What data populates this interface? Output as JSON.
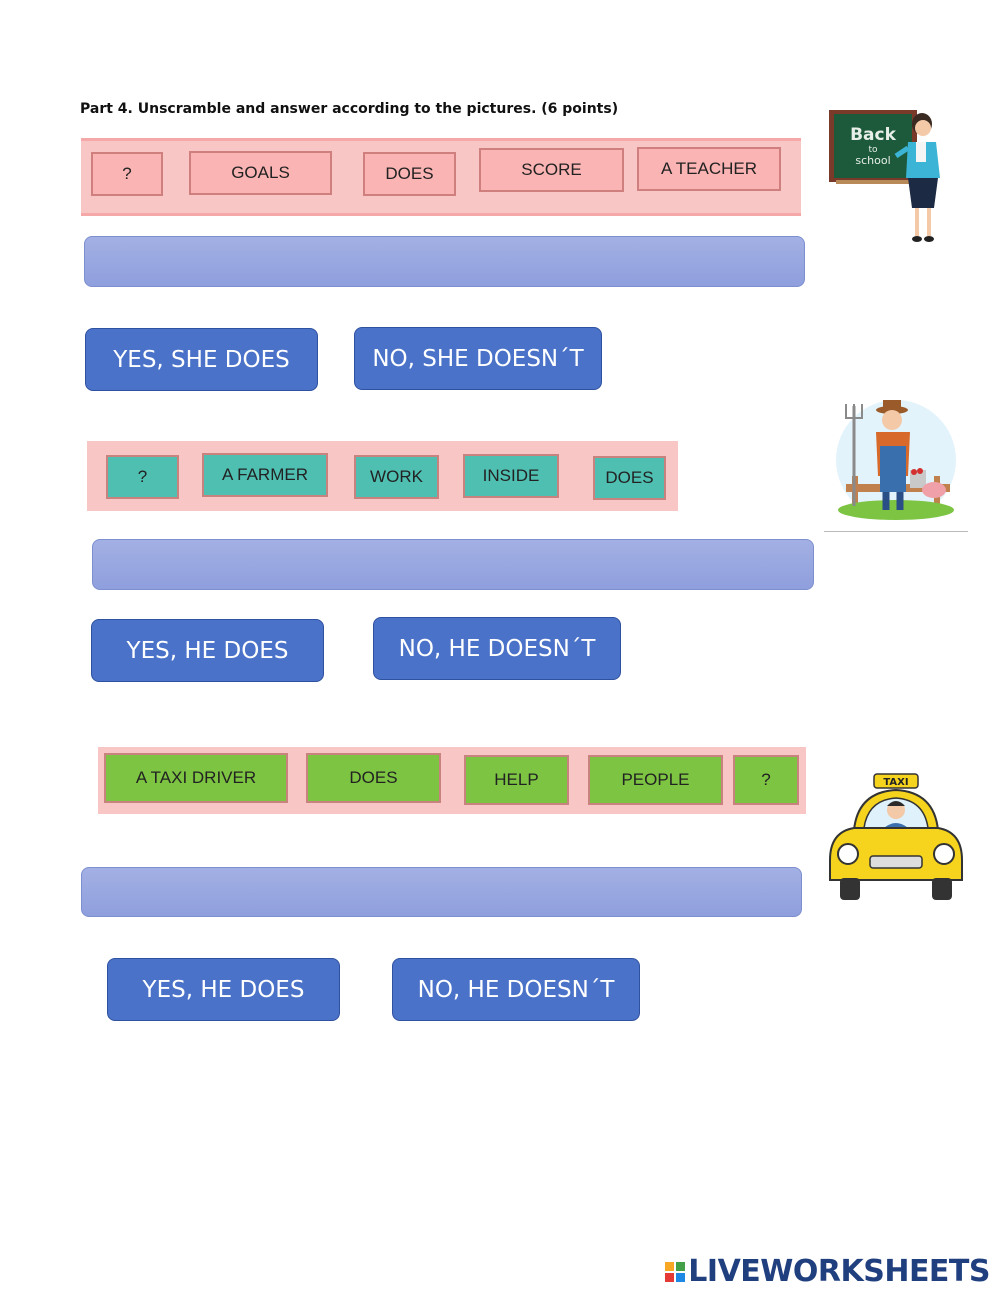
{
  "instructions": "Part 4. Unscramble and answer according to the pictures. (6 points)",
  "questions": [
    {
      "words": [
        "?",
        "GOALS",
        "DOES",
        "SCORE",
        "A TEACHER"
      ],
      "answer_value": "",
      "options": [
        "YES, SHE DOES",
        "NO, SHE DOESN´T"
      ],
      "picture": {
        "icon": "teacher-icon",
        "board_text": [
          "Back",
          "to",
          "school"
        ]
      }
    },
    {
      "words": [
        "?",
        "A FARMER",
        "WORK",
        "INSIDE",
        "DOES"
      ],
      "answer_value": "",
      "options": [
        "YES, HE DOES",
        "NO, HE DOESN´T"
      ],
      "picture": {
        "icon": "farmer-icon"
      }
    },
    {
      "words": [
        "A TAXI DRIVER",
        "DOES",
        "HELP",
        "PEOPLE",
        "?"
      ],
      "answer_value": "",
      "options": [
        "YES, HE DOES",
        "NO, HE DOESN´T"
      ],
      "picture": {
        "icon": "taxi-icon",
        "sign_text": "TAXI"
      }
    }
  ],
  "footer": {
    "logo_text": "LIVEWORKSHEETS"
  },
  "colors": {
    "pink_tile": "#f9b4b3",
    "teal_tile": "#4fbfb2",
    "green_tile": "#7cc442",
    "answer_box": "#97a6e0",
    "option_button": "#4a72c8",
    "logo": "#1f3f7e"
  }
}
